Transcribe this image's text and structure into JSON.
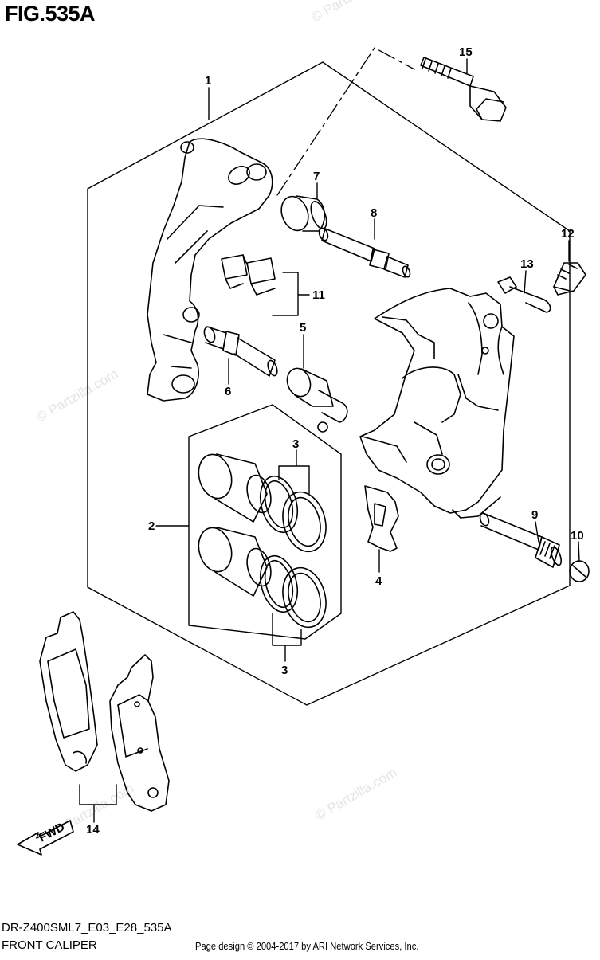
{
  "header": {
    "figure_title": "FIG.535A"
  },
  "footer": {
    "model_code": "DR-Z400SML7_E03_E28_535A",
    "page_heading": "FRONT CALIPER",
    "copyright": "Page design © 2004-2017 by ARI Network Services, Inc."
  },
  "callouts": [
    "1",
    "2",
    "3",
    "3",
    "4",
    "5",
    "6",
    "7",
    "8",
    "9",
    "10",
    "11",
    "12",
    "13",
    "14",
    "15"
  ],
  "fwd_label": "FWD",
  "watermark": "© Partzilla.com",
  "colors": {
    "line": "#000000",
    "background": "#ffffff",
    "watermark": "#e4e4e4"
  }
}
